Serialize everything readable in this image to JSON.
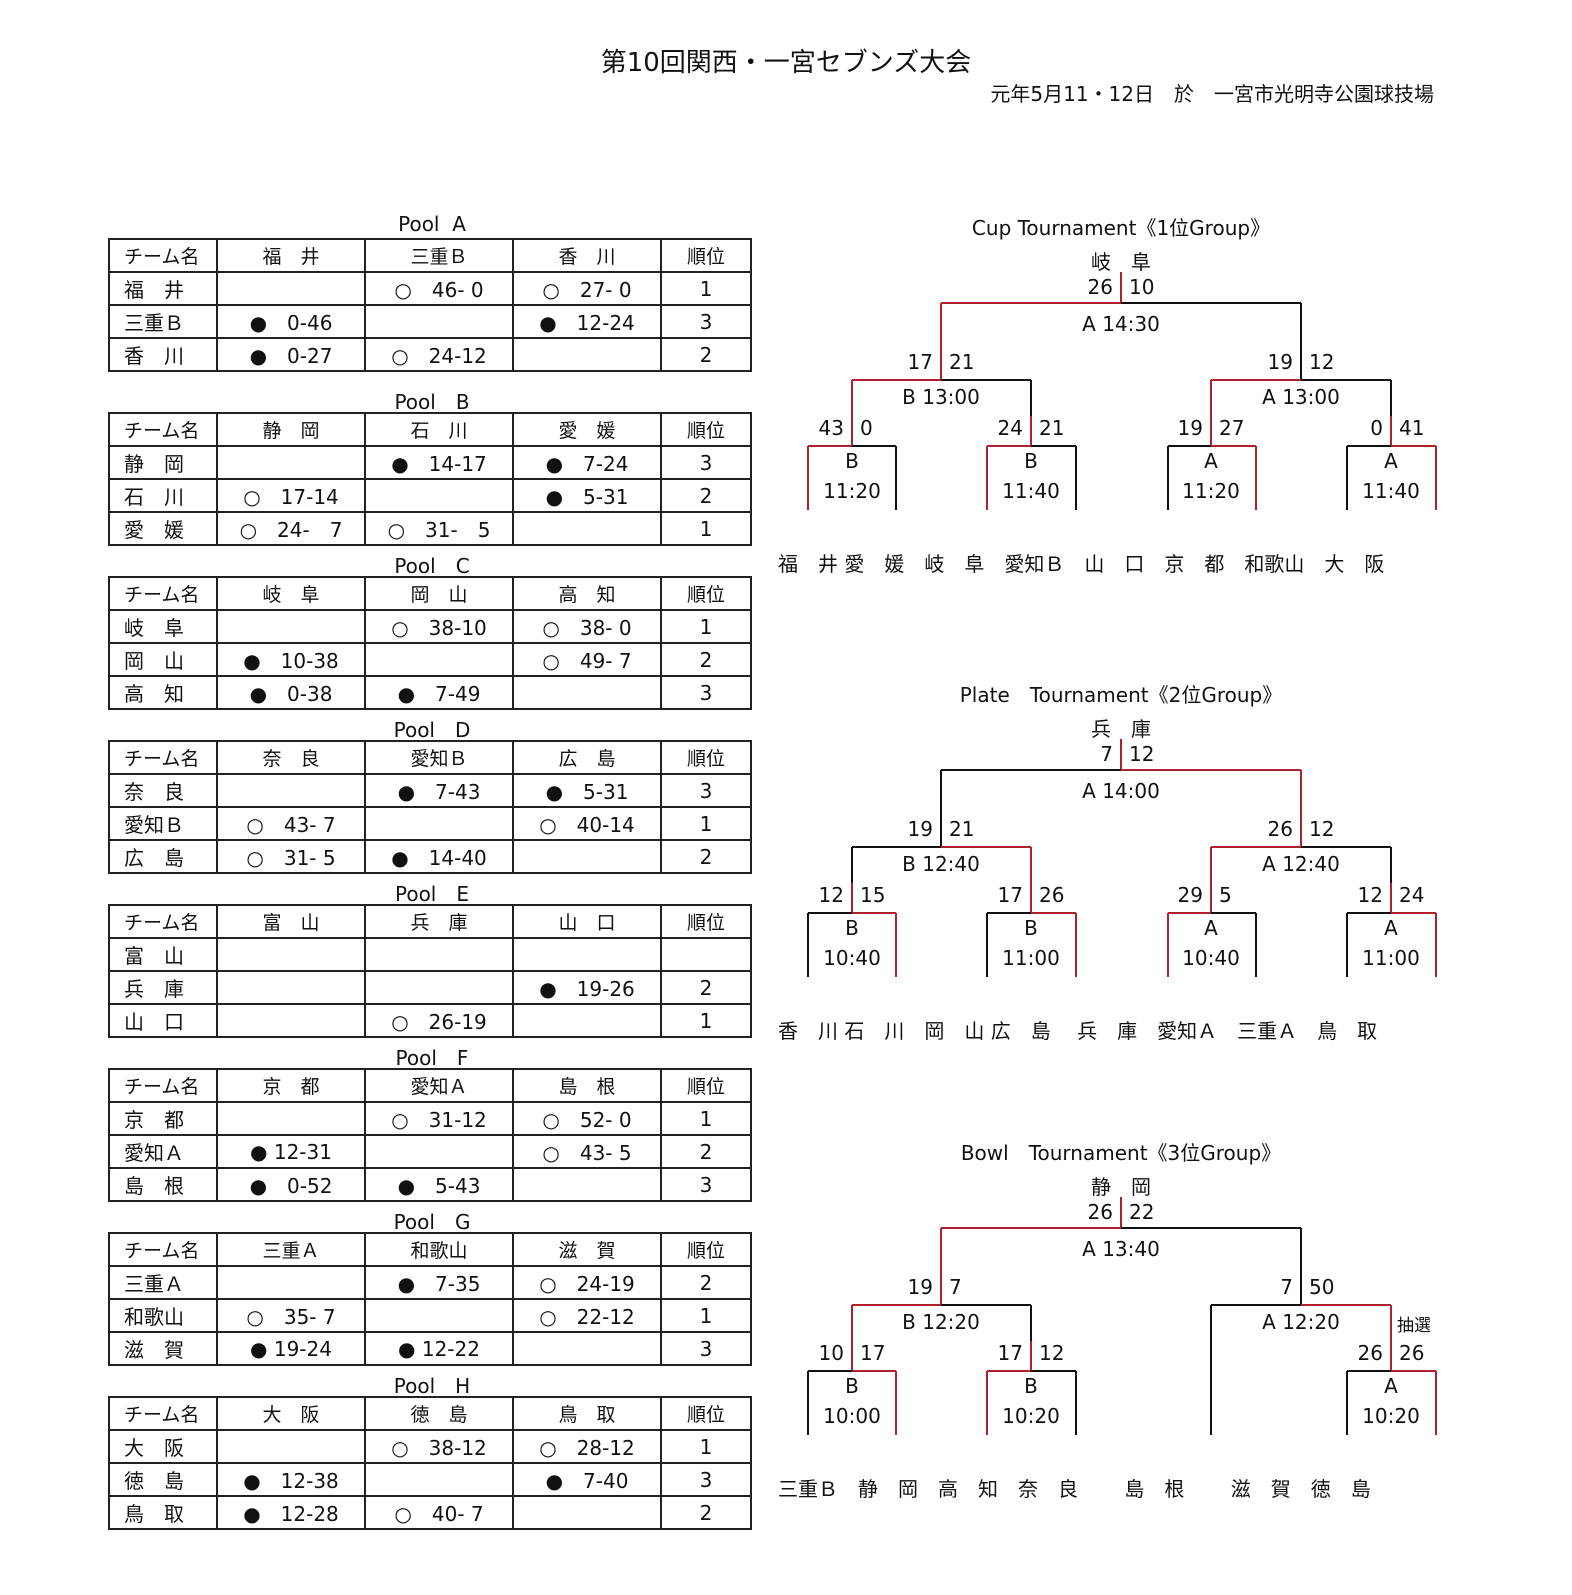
{
  "title": "第10回関西・一宮セブンズ大会",
  "subtitle": "元年5月11・12日　於　一宮市光明寺公園球技場",
  "pools": [
    {
      "name": "Pool  A",
      "header": [
        "チーム名",
        "福　井",
        "三重Ｂ",
        "香　川",
        "順位"
      ],
      "rows": [
        [
          "福　井",
          "",
          "○　46- 0",
          "○　27- 0",
          "1"
        ],
        [
          "三重Ｂ",
          "●　0-46",
          "",
          "●　12-24",
          "3"
        ],
        [
          "香　川",
          "●　0-27",
          "○　24-12",
          "",
          "2"
        ]
      ]
    },
    {
      "name": "Pool　B",
      "header": [
        "チーム名",
        "静　岡",
        "石　川",
        "愛　媛",
        "順位"
      ],
      "rows": [
        [
          "静　岡",
          "",
          "●　14-17",
          "●　7-24",
          "3"
        ],
        [
          "石　川",
          "○　17-14",
          "",
          "●　5-31",
          "2"
        ],
        [
          "愛　媛",
          "○　24-　7",
          "○　31-　5",
          "",
          "1"
        ]
      ]
    },
    {
      "name": "Pool　C",
      "header": [
        "チーム名",
        "岐　阜",
        "岡　山",
        "高　知",
        "順位"
      ],
      "rows": [
        [
          "岐　阜",
          "",
          "○　38-10",
          "○　38- 0",
          "1"
        ],
        [
          "岡　山",
          "●　10-38",
          "",
          "○　49- 7",
          "2"
        ],
        [
          "高　知",
          "●　0-38",
          "●　7-49",
          "",
          "3"
        ]
      ]
    },
    {
      "name": "Pool　D",
      "header": [
        "チーム名",
        "奈　良",
        "愛知Ｂ",
        "広　島",
        "順位"
      ],
      "rows": [
        [
          "奈　良",
          "",
          "●　7-43",
          "●　5-31",
          "3"
        ],
        [
          "愛知Ｂ",
          "○　43- 7",
          "",
          "○　40-14",
          "1"
        ],
        [
          "広　島",
          "○　31- 5",
          "●　14-40",
          "",
          "2"
        ]
      ]
    },
    {
      "name": "Pool　E",
      "header": [
        "チーム名",
        "富　山",
        "兵　庫",
        "山　口",
        "順位"
      ],
      "rows": [
        [
          "富　山",
          "",
          "",
          "",
          ""
        ],
        [
          "兵　庫",
          "",
          "",
          "●　19-26",
          "2"
        ],
        [
          "山　口",
          "",
          "○　26-19",
          "",
          "1"
        ]
      ]
    },
    {
      "name": "Pool　F",
      "header": [
        "チーム名",
        "京　都",
        "愛知Ａ",
        "島　根",
        "順位"
      ],
      "rows": [
        [
          "京　都",
          "",
          "○　31-12",
          "○　52- 0",
          "1"
        ],
        [
          "愛知Ａ",
          "● 12-31",
          "",
          "○　43- 5",
          "2"
        ],
        [
          "島　根",
          "●　0-52",
          "●　5-43",
          "",
          "3"
        ]
      ]
    },
    {
      "name": "Pool　G",
      "header": [
        "チーム名",
        "三重Ａ",
        "和歌山",
        "滋　賀",
        "順位"
      ],
      "rows": [
        [
          "三重Ａ",
          "",
          "●　7-35",
          "○　24-19",
          "2"
        ],
        [
          "和歌山",
          "○　35- 7",
          "",
          "○　22-12",
          "1"
        ],
        [
          "滋　賀",
          "● 19-24",
          "● 12-22",
          "",
          "3"
        ]
      ]
    },
    {
      "name": "Pool　H",
      "header": [
        "チーム名",
        "大　阪",
        "徳　島",
        "鳥　取",
        "順位"
      ],
      "rows": [
        [
          "大　阪",
          "",
          "○　38-12",
          "○　28-12",
          "1"
        ],
        [
          "徳　島",
          "●　12-38",
          "",
          "●　7-40",
          "3"
        ],
        [
          "鳥　取",
          "●　12-28",
          "○　40- 7",
          "",
          "2"
        ]
      ]
    }
  ],
  "tournaments": [
    {
      "title": "Cup Tournament《1位Group》",
      "winner": "岐　阜",
      "final": {
        "left": "26",
        "right": "10",
        "label": "A 14:30"
      },
      "semis": [
        {
          "left": "17",
          "right": "21",
          "label": "B 13:00"
        },
        {
          "left": "19",
          "right": "12",
          "label": "A 13:00"
        }
      ],
      "qfs": [
        {
          "left": "43",
          "right": "0",
          "court": "B",
          "time": "11:20"
        },
        {
          "left": "24",
          "right": "21",
          "court": "B",
          "time": "11:40"
        },
        {
          "left": "19",
          "right": "27",
          "court": "A",
          "time": "11:20"
        },
        {
          "left": "0",
          "right": "41",
          "court": "A",
          "time": "11:40"
        }
      ],
      "teams": "福　井 愛　媛　岐　阜　愛知Ｂ　山　口　京　都　和歌山　大　阪"
    },
    {
      "title": "Plate　Tournament《2位Group》",
      "winner": "兵　庫",
      "final": {
        "left": "7",
        "right": "12",
        "label": "A 14:00"
      },
      "semis": [
        {
          "left": "19",
          "right": "21",
          "label": "B 12:40"
        },
        {
          "left": "26",
          "right": "12",
          "label": "A 12:40"
        }
      ],
      "qfs": [
        {
          "left": "12",
          "right": "15",
          "court": "B",
          "time": "10:40"
        },
        {
          "left": "17",
          "right": "26",
          "court": "B",
          "time": "11:00"
        },
        {
          "left": "29",
          "right": "5",
          "court": "A",
          "time": "10:40"
        },
        {
          "left": "12",
          "right": "24",
          "court": "A",
          "time": "11:00"
        }
      ],
      "teams": "香　川 石　川　岡　山 広　島　 兵　庫　愛知Ａ　三重Ａ　鳥　取"
    },
    {
      "title": "Bowl　Tournament《3位Group》",
      "winner": "静　岡",
      "final": {
        "left": "26",
        "right": "22",
        "label": "A 13:40"
      },
      "semis": [
        {
          "left": "19",
          "right": "7",
          "label": "B 12:20"
        },
        {
          "left": "7",
          "right": "50",
          "label": "A 12:20"
        }
      ],
      "qfs": [
        {
          "left": "10",
          "right": "17",
          "court": "B",
          "time": "10:00"
        },
        {
          "left": "17",
          "right": "12",
          "court": "B",
          "time": "10:20"
        },
        {
          "left": "26",
          "right": "26",
          "court": "A",
          "time": "10:20"
        }
      ],
      "note": "抽選",
      "teams": "三重Ｂ　静　岡　高　知　奈　良　　 島　根　　 滋　賀　徳　島"
    }
  ],
  "colors": {
    "line": "#111111",
    "win": "#b0212e"
  }
}
